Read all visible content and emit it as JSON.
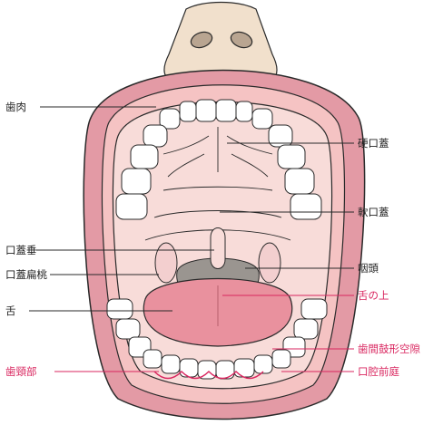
{
  "colors": {
    "skin": "#f1e0cc",
    "lip": "#e39aa5",
    "mouth_inner": "#f8dcd9",
    "throat": "#9a9590",
    "tongue": "#e9919e",
    "tooth": "#ffffff",
    "outline": "#2a2a2a",
    "label_black": "#222222",
    "label_red": "#d9265f"
  },
  "labels": {
    "gingiva": "歯肉",
    "hard_palate": "硬口蓋",
    "soft_palate": "軟口蓋",
    "uvula": "口蓋垂",
    "tonsil": "口蓋扁桃",
    "pharynx": "咽頭",
    "tongue": "舌",
    "tongue_top": "舌の上",
    "gingival_margin": "歯頸部",
    "interdental_papilla": "歯間鼓形空隙",
    "oral_vestibule": "口腔前庭"
  },
  "icons": {
    "nose": "nose-illustration",
    "mouth": "open-mouth-illustration"
  }
}
